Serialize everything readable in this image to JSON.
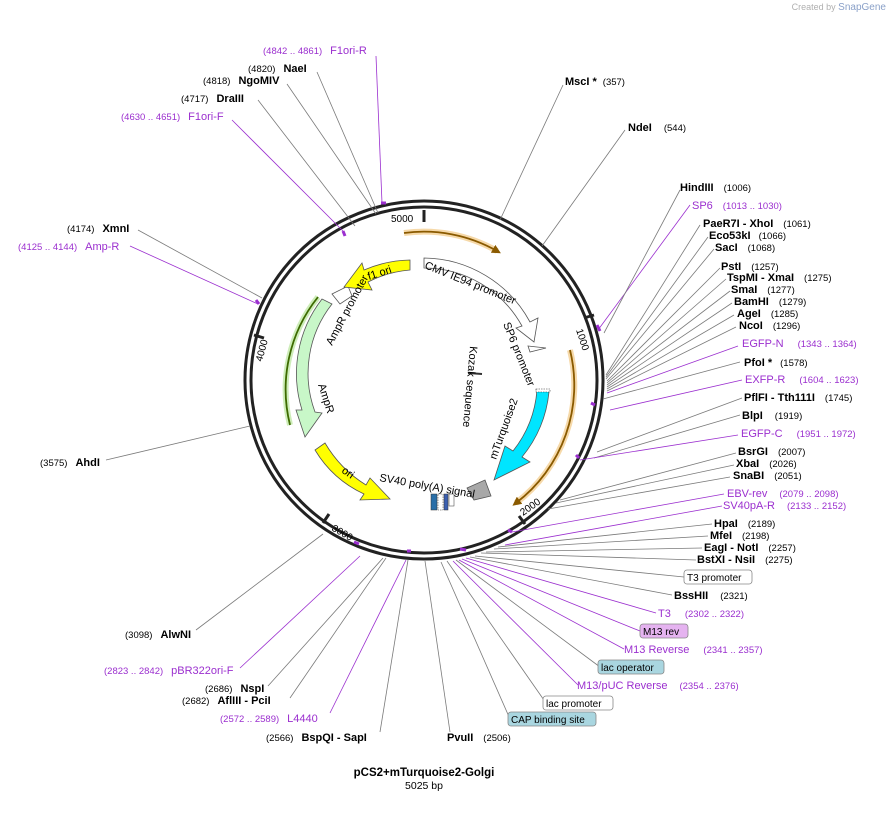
{
  "brand": {
    "created_by": "Created by",
    "app": "SnapGene"
  },
  "plasmid": {
    "name": "pCS2+mTurquoise2-Golgi",
    "length": "5025 bp",
    "total_bp": 5025
  },
  "ticks": [
    "1000",
    "2000",
    "3000",
    "4000",
    "5000"
  ],
  "features": [
    {
      "name": "CMV IE94 promoter",
      "color": "#ffffff"
    },
    {
      "name": "SP6 promoter",
      "color": "#ffffff"
    },
    {
      "name": "Kozak sequence",
      "color": "#ffffff"
    },
    {
      "name": "mTurquoise2",
      "color": "#00e5ff"
    },
    {
      "name": "SV40 poly(A) signal",
      "color": "#a8a8a8"
    },
    {
      "name": "ori",
      "color": "#ffff00"
    },
    {
      "name": "AmpR",
      "color": "#c8f7c8"
    },
    {
      "name": "AmpR promoter",
      "color": "#ffffff"
    },
    {
      "name": "f1 ori",
      "color": "#ffff00"
    }
  ],
  "sites_right": [
    {
      "name": "MscI *",
      "pos": "(357)"
    },
    {
      "name": "NdeI",
      "pos": "(544)"
    },
    {
      "name": "HindIII",
      "pos": "(1006)"
    },
    {
      "name": "SP6",
      "pos": "(1013 .. 1030)",
      "primer": true
    },
    {
      "name": "PaeR7I - XhoI",
      "pos": "(1061)"
    },
    {
      "name": "Eco53kI",
      "pos": "(1066)"
    },
    {
      "name": "SacI",
      "pos": "(1068)"
    },
    {
      "name": "PstI",
      "pos": "(1257)"
    },
    {
      "name": "TspMI - XmaI",
      "pos": "(1275)"
    },
    {
      "name": "SmaI",
      "pos": "(1277)"
    },
    {
      "name": "BamHI",
      "pos": "(1279)"
    },
    {
      "name": "AgeI",
      "pos": "(1285)"
    },
    {
      "name": "NcoI",
      "pos": "(1296)"
    },
    {
      "name": "EGFP-N",
      "pos": "(1343 .. 1364)",
      "primer": true
    },
    {
      "name": "PfoI *",
      "pos": "(1578)"
    },
    {
      "name": "EXFP-R",
      "pos": "(1604 .. 1623)",
      "primer": true
    },
    {
      "name": "PflFI - Tth111I",
      "pos": "(1745)"
    },
    {
      "name": "BlpI",
      "pos": "(1919)"
    },
    {
      "name": "EGFP-C",
      "pos": "(1951 .. 1972)",
      "primer": true
    },
    {
      "name": "BsrGI",
      "pos": "(2007)"
    },
    {
      "name": "XbaI",
      "pos": "(2026)"
    },
    {
      "name": "SnaBI",
      "pos": "(2051)"
    },
    {
      "name": "EBV-rev",
      "pos": "(2079 .. 2098)",
      "primer": true
    },
    {
      "name": "SV40pA-R",
      "pos": "(2133 .. 2152)",
      "primer": true
    },
    {
      "name": "HpaI",
      "pos": "(2189)"
    },
    {
      "name": "MfeI",
      "pos": "(2198)"
    },
    {
      "name": "EagI - NotI",
      "pos": "(2257)"
    },
    {
      "name": "BstXI - NsiI",
      "pos": "(2275)"
    },
    {
      "name": "T3 promoter",
      "pos": "",
      "box": "#ffffff"
    },
    {
      "name": "BssHII",
      "pos": "(2321)"
    },
    {
      "name": "T3",
      "pos": "(2302 .. 2322)",
      "primer": true
    },
    {
      "name": "M13 rev",
      "pos": "",
      "box": "#e5b3f0"
    },
    {
      "name": "M13 Reverse",
      "pos": "(2341 .. 2357)",
      "primer": true
    },
    {
      "name": "lac operator",
      "pos": "",
      "box": "#a9d6e0"
    },
    {
      "name": "M13/pUC Reverse",
      "pos": "(2354 .. 2376)",
      "primer": true
    },
    {
      "name": "lac promoter",
      "pos": "",
      "box": "#ffffff"
    },
    {
      "name": "CAP binding site",
      "pos": "",
      "box": "#a9d6e0"
    }
  ],
  "sites_bottom": [
    {
      "name": "PvuII",
      "pos": "(2506)"
    },
    {
      "name": "BspQI - SapI",
      "pos": "(2566)"
    },
    {
      "name": "L4440",
      "pos": "(2572 .. 2589)",
      "primer": true
    },
    {
      "name": "AflIII - PciI",
      "pos": "(2682)"
    },
    {
      "name": "NspI",
      "pos": "(2686)"
    },
    {
      "name": "pBR322ori-F",
      "pos": "(2823 .. 2842)",
      "primer": true
    },
    {
      "name": "AlwNI",
      "pos": "(3098)"
    }
  ],
  "sites_left": [
    {
      "name": "AhdI",
      "pos": "(3575)"
    },
    {
      "name": "Amp-R",
      "pos": "(4125 .. 4144)",
      "primer": true
    },
    {
      "name": "XmnI",
      "pos": "(4174)"
    },
    {
      "name": "F1ori-F",
      "pos": "(4630 .. 4651)",
      "primer": true
    },
    {
      "name": "DraIII",
      "pos": "(4717)"
    },
    {
      "name": "NgoMIV",
      "pos": "(4818)"
    },
    {
      "name": "NaeI",
      "pos": "(4820)"
    },
    {
      "name": "F1ori-R",
      "pos": "(4842 .. 4861)",
      "primer": true
    }
  ]
}
